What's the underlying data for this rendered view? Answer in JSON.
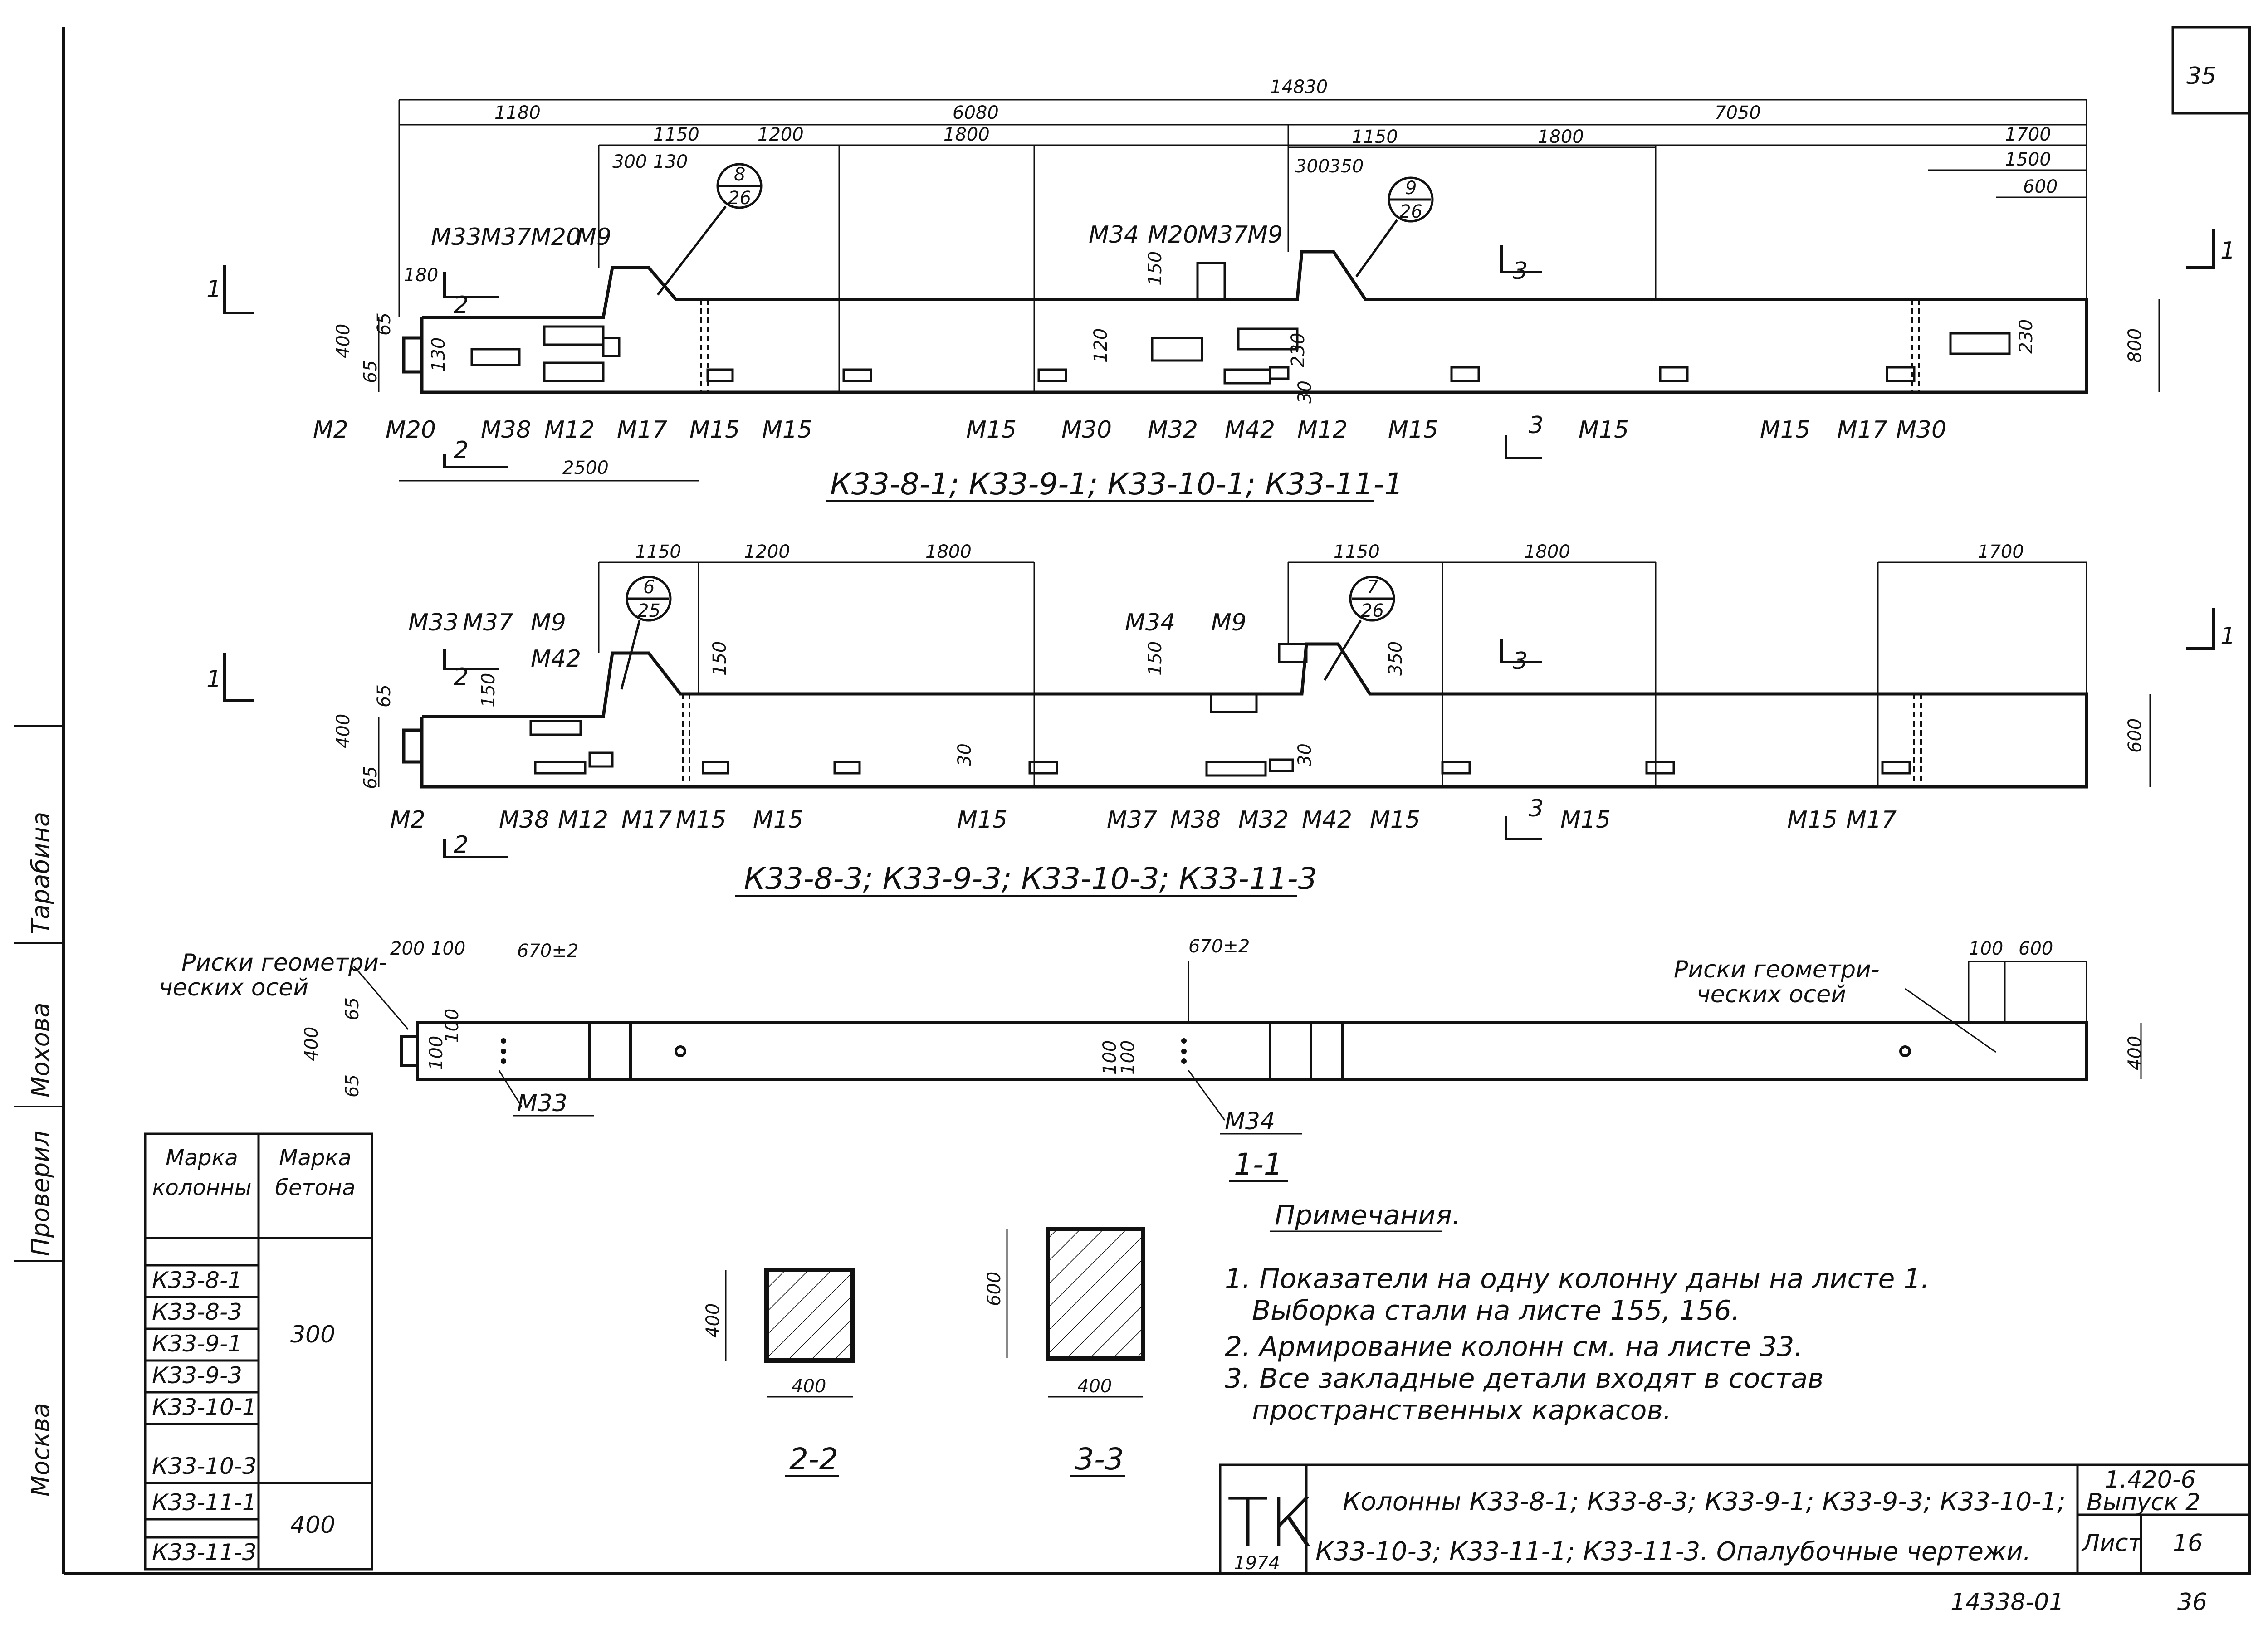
{
  "sheet": {
    "corner_no": "35",
    "footer_code": "14338-01",
    "footer_page": "36",
    "side_labels": [
      "Москва",
      "Проверил",
      "Мохова",
      "Тарабина"
    ]
  },
  "view_a": {
    "caption": "К33-8-1; К33-9-1; К33-10-1; К33-11-1",
    "dims_top": [
      "14830",
      "1180",
      "6080",
      "7050",
      "1150",
      "1200",
      "1800",
      "1150",
      "1800",
      "1700",
      "1500",
      "600",
      "300",
      "130",
      "300",
      "350",
      "180",
      "2500"
    ],
    "dims_side": [
      "400",
      "65",
      "65",
      "130",
      "150",
      "120",
      "230",
      "30",
      "800",
      "230"
    ],
    "callout_1": {
      "top": "8",
      "bottom": "26"
    },
    "callout_2": {
      "top": "9",
      "bottom": "26"
    },
    "section_marks": [
      "1",
      "1",
      "2",
      "2",
      "3",
      "3"
    ],
    "labels_top": [
      "М33",
      "М37",
      "М20",
      "М9",
      "М34",
      "М20",
      "М37",
      "М9"
    ],
    "labels_bottom": [
      "М2",
      "М20",
      "М38",
      "М12",
      "М17",
      "М15",
      "М15",
      "М15",
      "М30",
      "М32",
      "М42",
      "М12",
      "М15",
      "М15",
      "М15",
      "М17",
      "М30"
    ]
  },
  "view_b": {
    "caption": "К33-8-3; К33-9-3; К33-10-3; К33-11-3",
    "dims_top": [
      "1150",
      "1200",
      "1800",
      "1150",
      "1800",
      "1700"
    ],
    "dims_side": [
      "400",
      "65",
      "65",
      "150",
      "150",
      "150",
      "350",
      "30",
      "30",
      "600"
    ],
    "callout_1": {
      "top": "6",
      "bottom": "25"
    },
    "callout_2": {
      "top": "7",
      "bottom": "26"
    },
    "section_marks": [
      "1",
      "1",
      "2",
      "2",
      "3",
      "3"
    ],
    "labels_top": [
      "М33",
      "М37",
      "М9",
      "М42",
      "М34",
      "М9"
    ],
    "labels_bottom": [
      "М2",
      "М38",
      "М12",
      "М17",
      "М15",
      "М15",
      "М15",
      "М37",
      "М38",
      "М32",
      "М42",
      "М15",
      "М15",
      "М15",
      "М17"
    ]
  },
  "view_c": {
    "caption": "1-1",
    "note_left": "Риски геометри-",
    "note_left_2": "ческих осей",
    "note_right": "Риски геометри-",
    "note_right_2": "ческих осей",
    "dims": [
      "200",
      "100",
      "670±2",
      "670±2",
      "100",
      "600",
      "400",
      "400",
      "65",
      "65",
      "100",
      "100",
      "100",
      "100"
    ],
    "labels": [
      "М33",
      "М34"
    ]
  },
  "sections": [
    {
      "caption": "2-2",
      "height": "400",
      "width": "400"
    },
    {
      "caption": "3-3",
      "height": "600",
      "width": "400"
    }
  ],
  "concrete_table": {
    "headers": [
      "Марка колонны",
      "Марка бетона"
    ],
    "rows": [
      {
        "marks": [
          "К33-8-1",
          "К33-8-3",
          "К33-9-1",
          "К33-9-3",
          "К33-10-1",
          "К33-10-3"
        ],
        "grade": "300"
      },
      {
        "marks": [
          "К33-11-1",
          "К33-11-3"
        ],
        "grade": "400"
      }
    ]
  },
  "notes": {
    "title": "Примечания.",
    "lines": [
      "1. Показатели на одну колонну даны на листе 1.",
      "Выборка стали на листе 155, 156.",
      "2. Армирование колонн см. на листе 33.",
      "3. Все закладные детали входят в состав",
      "пространственных каркасов."
    ]
  },
  "title_block": {
    "logo": "ТК",
    "year": "1974",
    "line1": "Колонны К33-8-1; К33-8-3; К33-9-1; К33-9-3; К33-10-1;",
    "line2": "К33-10-3; К33-11-1; К33-11-3. Опалубочные чертежи.",
    "series": "1.420-6",
    "issue": "Выпуск 2",
    "sheet_label": "Лист",
    "sheet_no": "16"
  }
}
